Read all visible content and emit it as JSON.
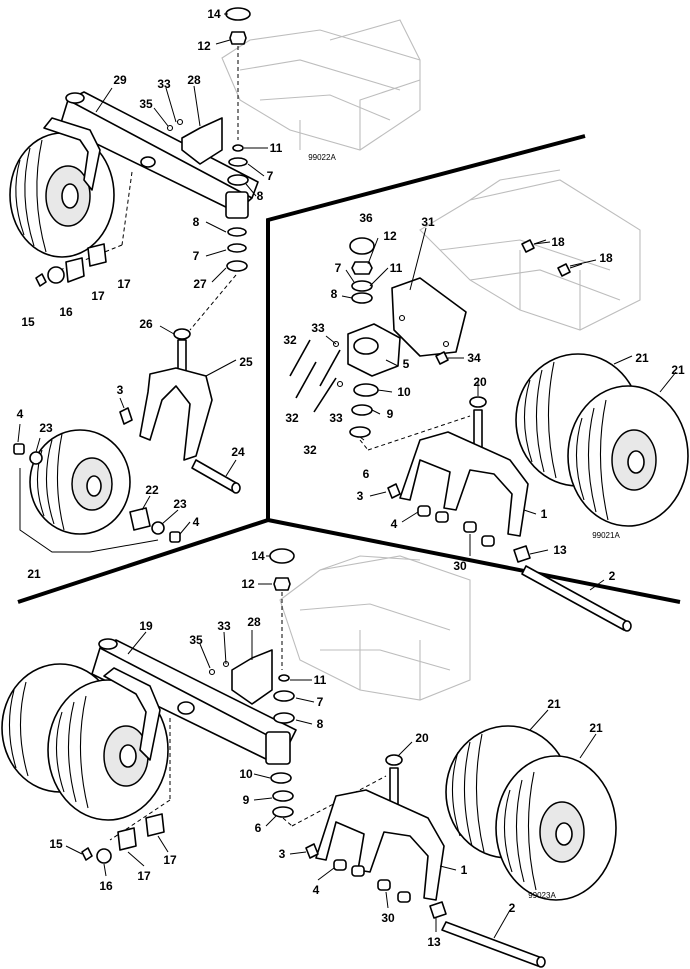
{
  "figure": {
    "codes": {
      "top_left": "99022A",
      "middle_right": "99021A",
      "bottom": "99023A"
    },
    "callouts": {
      "top_left": [
        "14",
        "12",
        "29",
        "33",
        "28",
        "35",
        "11",
        "7",
        "8",
        "8",
        "7",
        "27",
        "26",
        "25",
        "15",
        "16",
        "17",
        "17",
        "3",
        "4",
        "23",
        "24",
        "22",
        "23",
        "4",
        "21"
      ],
      "middle_right": [
        "36",
        "12",
        "31",
        "18",
        "18",
        "7",
        "11",
        "8",
        "33",
        "32",
        "5",
        "34",
        "32",
        "10",
        "33",
        "9",
        "32",
        "6",
        "20",
        "21",
        "21",
        "3",
        "4",
        "1",
        "30",
        "13",
        "2"
      ],
      "bottom": [
        "14",
        "12",
        "19",
        "33",
        "28",
        "35",
        "11",
        "7",
        "8",
        "10",
        "9",
        "6",
        "20",
        "21",
        "21",
        "15",
        "16",
        "17",
        "17",
        "3",
        "4",
        "1",
        "30",
        "13",
        "2"
      ]
    }
  }
}
